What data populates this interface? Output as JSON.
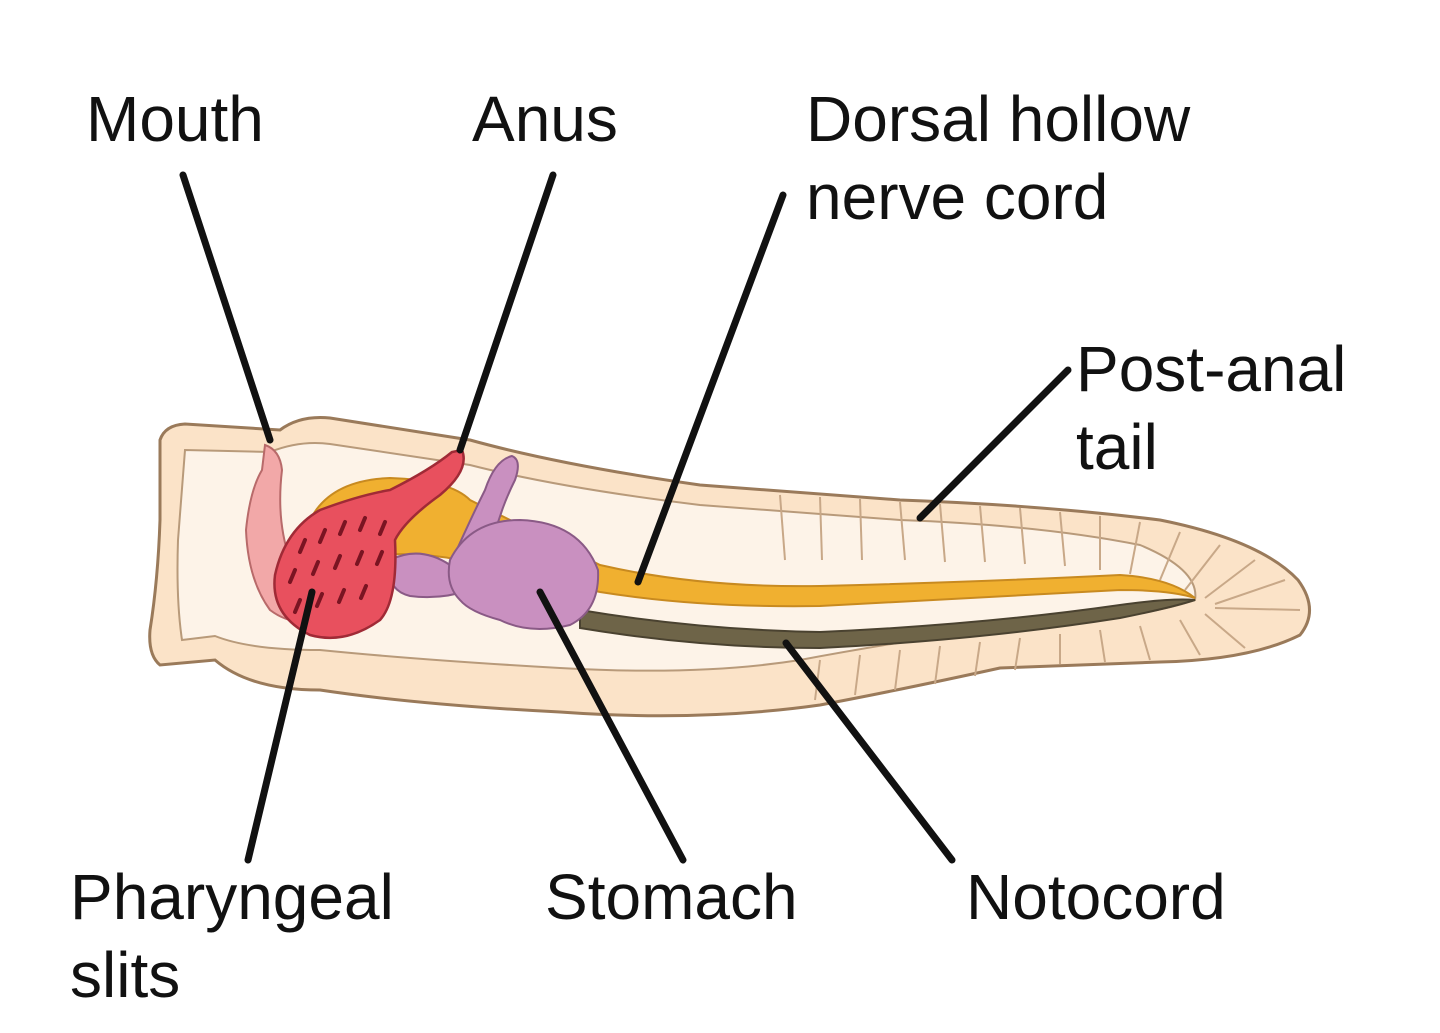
{
  "labels": {
    "mouth": "Mouth",
    "anus": "Anus",
    "nerve_cord": [
      "Dorsal hollow",
      "nerve cord"
    ],
    "tail": [
      "Post-anal",
      "tail"
    ],
    "pharyngeal": [
      "Pharyngeal",
      "slits"
    ],
    "stomach": "Stomach",
    "notocord": "Notocord"
  },
  "colors": {
    "body_fill": "#fbe3c8",
    "body_inner": "#fdf3e8",
    "outline": "#9a7a5a",
    "nerve_cord": "#f0b030",
    "notocord": "#6e6448",
    "pharynx": "#e8505e",
    "mouth_tube": "#f2a8a8",
    "stomach": "#c990c0",
    "leader_line": "#111111"
  }
}
